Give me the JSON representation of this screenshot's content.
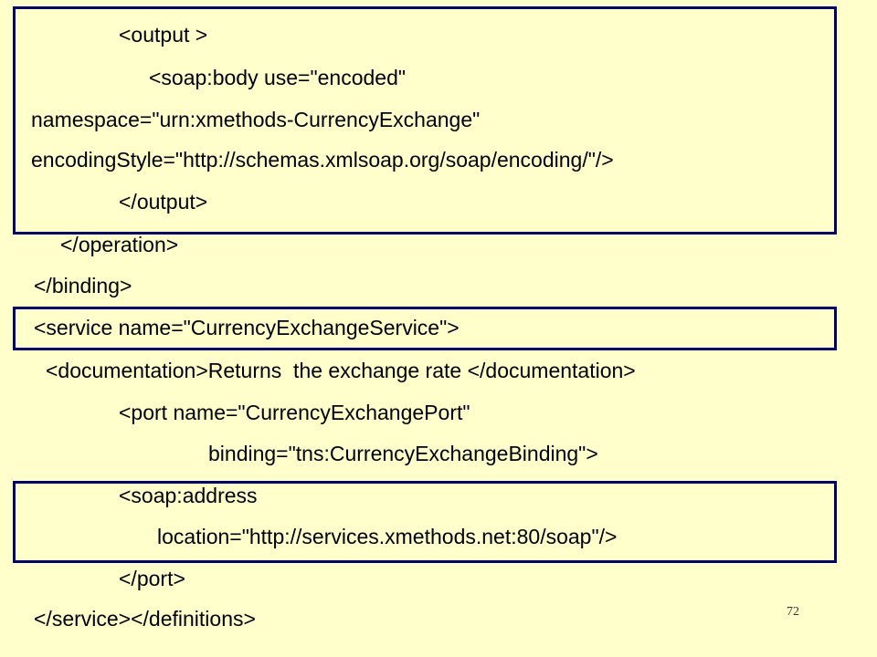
{
  "slide": {
    "lines": [
      "<output >",
      "<soap:body use=\"encoded\"",
      "namespace=\"urn:xmethods-CurrencyExchange\"",
      "encodingStyle=\"http://schemas.xmlsoap.org/soap/encoding/\"/>",
      "</output>",
      "</operation>",
      "</binding>",
      "<service name=\"CurrencyExchangeService\">",
      "<documentation>Returns  the exchange rate </documentation>",
      "<port name=\"CurrencyExchangePort\"",
      "binding=\"tns:CurrencyExchangeBinding\">",
      "<soap:address",
      "location=\"http://services.xmethods.net:80/soap\"/>",
      "</port>",
      "</service></definitions>"
    ],
    "page_number": "72",
    "colors": {
      "background": "#ffffcc",
      "box_border": "#000066",
      "text": "#000000"
    }
  }
}
